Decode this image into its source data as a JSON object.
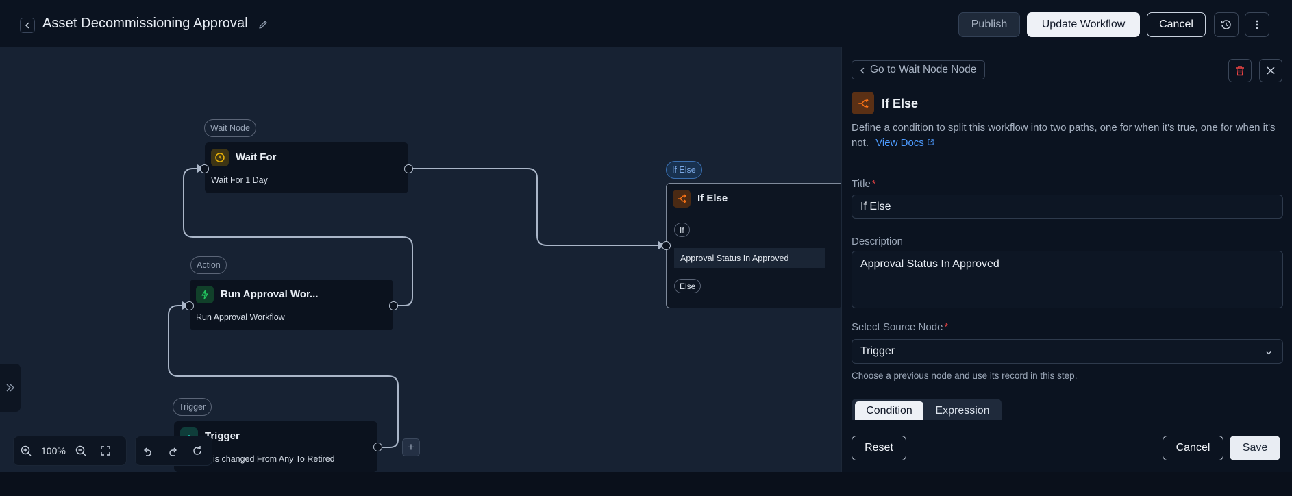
{
  "header": {
    "title": "Asset Decommissioning Approval",
    "publish_label": "Publish",
    "update_label": "Update Workflow",
    "cancel_label": "Cancel"
  },
  "canvas": {
    "nodes": {
      "wait": {
        "pill": "Wait Node",
        "title": "Wait For",
        "subtitle": "Wait For 1 Day"
      },
      "action": {
        "pill": "Action",
        "title": "Run Approval Wor...",
        "subtitle": "Run Approval Workflow"
      },
      "trigger": {
        "pill": "Trigger",
        "title": "Trigger",
        "subtitle": "is changed From Any To Retired"
      },
      "ifelse": {
        "pill": "If Else",
        "title": "If Else",
        "if_label": "If",
        "condition": "Approval Status In Approved",
        "else_label": "Else"
      }
    },
    "toolbar": {
      "zoom": "100%"
    },
    "add_label": "+"
  },
  "panel": {
    "goto_label": "Go to Wait Node Node",
    "title": "If Else",
    "description": "Define a condition to split this workflow into two paths, one for when it's true, one for when it's not.",
    "docs_link": "View Docs",
    "title_label": "Title",
    "title_value": "If Else",
    "description_label": "Description",
    "description_value": "Approval Status In Approved",
    "source_label": "Select Source Node",
    "source_value": "Trigger",
    "source_hint": "Choose a previous node and use its record in this step.",
    "tabs": [
      "Condition",
      "Expression"
    ],
    "reset_label": "Reset",
    "cancel_label": "Cancel",
    "save_label": "Save"
  },
  "colors": {
    "canvas_bg": "#172233",
    "panel_bg": "#0b1320",
    "accent_blue": "#4d9bff",
    "danger": "#ef4444",
    "wait_icon": "#eab308",
    "action_icon": "#22c55e",
    "ifelse_icon": "#f97316"
  }
}
